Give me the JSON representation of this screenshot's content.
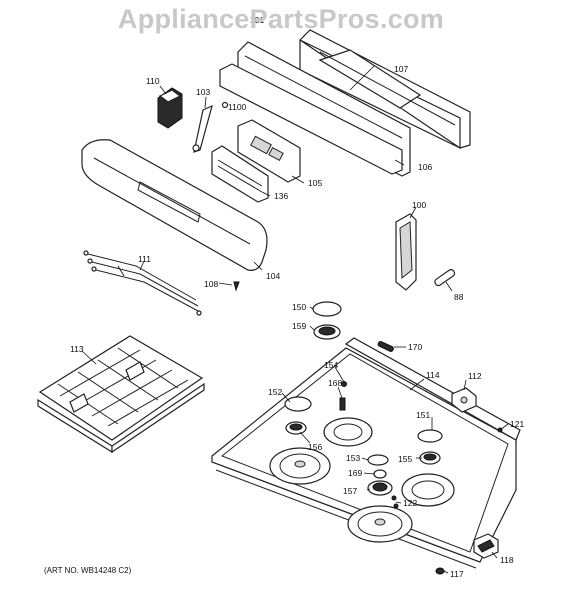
{
  "watermark": "AppliancePartsPros.com",
  "art_number": "(ART NO. WB14248 C2)",
  "callouts": {
    "p101": "101",
    "p107": "107",
    "p110": "110",
    "p103": "103",
    "p1100": "1100",
    "p106": "106",
    "p105": "105",
    "p136": "136",
    "p100": "100",
    "p111": "111",
    "p104": "104",
    "p108": "108",
    "p88": "88",
    "p150": "150",
    "p159": "159",
    "p170": "170",
    "p113": "113",
    "p154": "154",
    "p114": "114",
    "p112": "112",
    "p152": "152",
    "p168": "168",
    "p151": "151",
    "p121": "121",
    "p156": "156",
    "p153": "153",
    "p155": "155",
    "p169": "169",
    "p157": "157",
    "p122": "122",
    "p118": "118",
    "p117": "117"
  }
}
